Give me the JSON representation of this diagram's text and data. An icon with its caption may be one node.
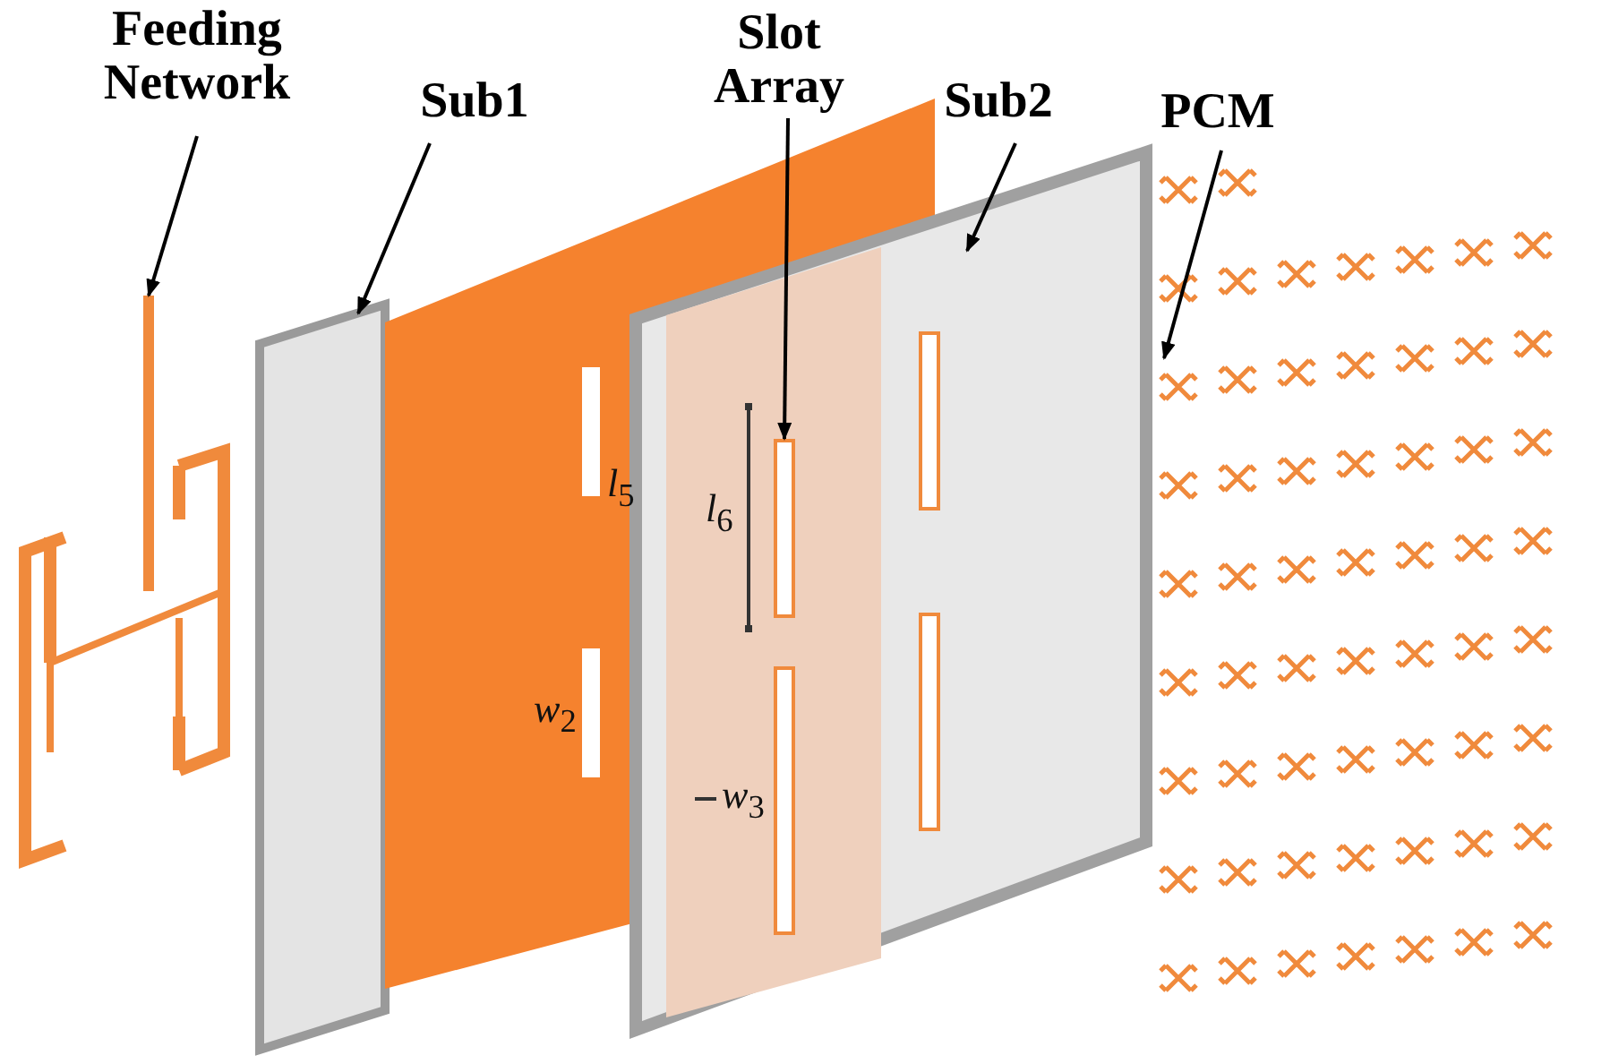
{
  "diagram": {
    "nodes": [
      {
        "text": [
          "Feeding Network"
        ]
      },
      {
        "text": [],
        "shape": "picture"
      },
      {
        "text": [
          "Sub1"
        ]
      },
      {
        "text": [],
        "shape": "box"
      },
      {
        "text": [
          "Slot Array"
        ]
      },
      {
        "text": [
          "Sub2"
        ]
      },
      {
        "text": [],
        "shape": "box"
      },
      {
        "text": [],
        "shape": "box",
        "in": 6
      },
      {
        "text": [],
        "shape": "box",
        "in": 6
      },
      {
        "text": [],
        "shape": "box",
        "in": 6
      },
      {
        "text": [],
        "shape": "box",
        "in": 6
      },
      {
        "text": [
          "PCM"
        ]
      },
      {
        "text": [],
        "shape": "picture"
      }
    ],
    "edges": [
      {
        "from": 0,
        "to": 1,
        "arrow": "to"
      },
      {
        "from": 2,
        "to": 3,
        "arrow": "to"
      },
      {
        "from": 4,
        "to": 7,
        "arrow": "to"
      },
      {
        "from": 5,
        "to": 6,
        "arrow": "to"
      },
      {
        "from": 11,
        "to": 12,
        "arrow": "to"
      }
    ],
    "labels": [
      "*l*$_{5}$",
      "*l*$_{6}$",
      "*w*$_{2}$",
      "*w*$_{3}$"
    ]
  }
}
